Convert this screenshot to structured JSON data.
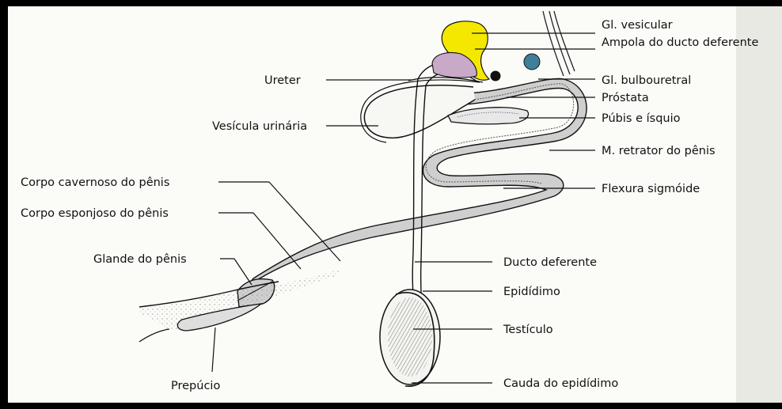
{
  "labels": {
    "gl_vesicular": "Gl. vesicular",
    "ampola": "Ampola do ducto deferente",
    "ureter": "Ureter",
    "gl_bulbouretral": "Gl. bulbouretral",
    "prostata": "Próstata",
    "vesicula": "Vesícula urinária",
    "pubis": "Púbis e ísquio",
    "retrator": "M. retrator do pênis",
    "corpo_cavernoso": "Corpo cavernoso do pênis",
    "flexura": "Flexura sigmóide",
    "corpo_esponjoso": "Corpo esponjoso do pênis",
    "glande": "Glande do pênis",
    "ducto": "Ducto deferente",
    "epididimo": "Epidídimo",
    "testiculo": "Testículo",
    "prepucio": "Prepúcio",
    "cauda": "Cauda do epidídimo"
  },
  "colors": {
    "gl_vesicular": "#f5e800",
    "ampola": "#c9a9c8",
    "gl_bulbouretral": "#3f7f9a",
    "prostata_dot": "#111111",
    "tissue_gray": "#cfcfcf",
    "ink": "#111111"
  }
}
